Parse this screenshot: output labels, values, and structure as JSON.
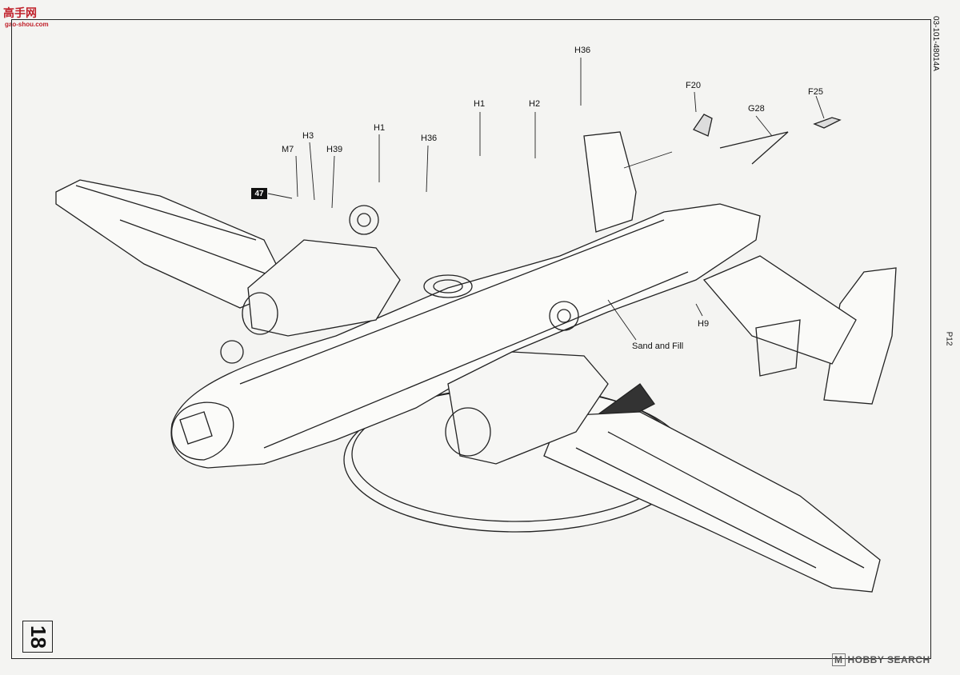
{
  "watermark": {
    "text": "高手网",
    "sub": "gao-shou.com"
  },
  "doc_code": "03-101-48014A",
  "page_number": "P12",
  "step_number": "18",
  "ref_step": "47",
  "note": "Sand and Fill",
  "parts": [
    "M7",
    "H3",
    "H39",
    "H1",
    "H36",
    "H1",
    "H2",
    "H36",
    "F20",
    "G28",
    "F25",
    "H9"
  ],
  "footer": {
    "brand": "HOBBY SEARCH",
    "brand_mark": "M"
  }
}
